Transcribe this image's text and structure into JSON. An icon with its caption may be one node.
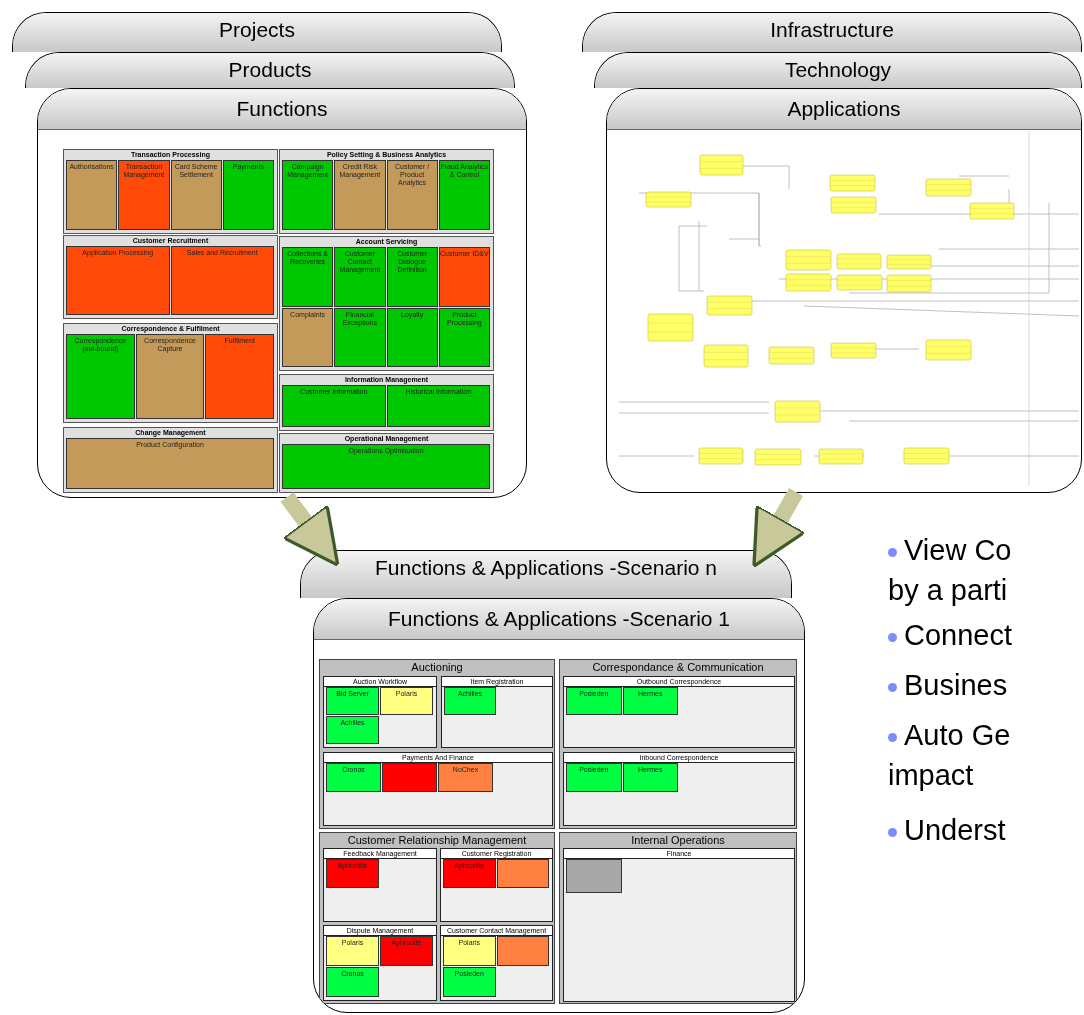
{
  "diagram": {
    "nodes": [
      {
        "text": [
          "Projects"
        ]
      },
      {
        "text": [
          "Products"
        ]
      },
      {
        "text": [
          "Functions"
        ]
      },
      {
        "text": [
          "Transaction Processing"
        ],
        "in": 2
      },
      {
        "text": [
          "Authorisations"
        ],
        "in": 3
      },
      {
        "text": [
          "Transaction Management"
        ],
        "in": 3
      },
      {
        "text": [
          "Card Scheme Settlement"
        ],
        "in": 3
      },
      {
        "text": [
          "Payments"
        ],
        "in": 3
      },
      {
        "text": [
          "Policy Setting & Business Analytics"
        ],
        "in": 2
      },
      {
        "text": [
          "Campaign Management"
        ],
        "in": 8
      },
      {
        "text": [
          "Credit Risk Management"
        ],
        "in": 8
      },
      {
        "text": [
          "Customer / Product Analytics"
        ],
        "in": 8
      },
      {
        "text": [
          "Fraud Analytics & Control"
        ],
        "in": 8
      },
      {
        "text": [
          "Customer Recruitment"
        ],
        "in": 2
      },
      {
        "text": [
          "Application Processing"
        ],
        "in": 13
      },
      {
        "text": [
          "Sales and Recruitment"
        ],
        "in": 13
      },
      {
        "text": [
          "Account Servicing"
        ],
        "in": 2
      },
      {
        "text": [
          "Collections & Recoveries"
        ],
        "in": 16
      },
      {
        "text": [
          "Customer Contact Management"
        ],
        "in": 16
      },
      {
        "text": [
          "Customer Dialogue Definition"
        ],
        "in": 16
      },
      {
        "text": [
          "Customer ID&V"
        ],
        "in": 16
      },
      {
        "text": [
          "Complaints"
        ],
        "in": 16
      },
      {
        "text": [
          "Financial Exceptions"
        ],
        "in": 16
      },
      {
        "text": [
          "Loyalty"
        ],
        "in": 16
      },
      {
        "text": [
          "Product Processing"
        ],
        "in": 16
      },
      {
        "text": [
          "Correspondence & Fulfilment"
        ],
        "in": 2
      },
      {
        "text": [
          "Correspondence (out-bound)"
        ],
        "in": 25
      },
      {
        "text": [
          "Correspondence Capture"
        ],
        "in": 25
      },
      {
        "text": [
          "Fulfilment"
        ],
        "in": 25
      },
      {
        "text": [
          "Information Management"
        ],
        "in": 2
      },
      {
        "text": [
          "Customer Information"
        ],
        "in": 29
      },
      {
        "text": [
          "Historical Information"
        ],
        "in": 29
      },
      {
        "text": [
          "Change Management"
        ],
        "in": 2
      },
      {
        "text": [
          "Product Configuration"
        ],
        "in": 32
      },
      {
        "text": [
          "Operational Management"
        ],
        "in": 2
      },
      {
        "text": [
          "Operations Optimisation"
        ],
        "in": 34
      },
      {
        "text": [
          "Infrastructure"
        ]
      },
      {
        "text": [
          "Technology"
        ]
      },
      {
        "text": [
          "Applications"
        ]
      },
      {
        "text": [],
        "shape": "picture",
        "in": 38
      },
      {
        "text": [
          "Functions & Applications -Scenario n"
        ]
      },
      {
        "text": [
          "Functions & Applications -Scenario 1"
        ]
      },
      {
        "text": [
          "Auctioning"
        ],
        "in": 41
      },
      {
        "text": [
          "Auction Workflow"
        ],
        "in": 42
      },
      {
        "text": [
          "Bid Server"
        ],
        "in": 43
      },
      {
        "text": [
          "Polaris"
        ],
        "in": 43
      },
      {
        "text": [
          "Achilles"
        ],
        "in": 43
      },
      {
        "text": [
          "Item Registration"
        ],
        "in": 42
      },
      {
        "text": [
          "Achilles"
        ],
        "in": 47
      },
      {
        "text": [
          "Payments And Finance"
        ],
        "in": 42
      },
      {
        "text": [
          "Cronos"
        ],
        "in": 49
      },
      {
        "text": [],
        "shape": "box",
        "in": 49
      },
      {
        "text": [
          "NoChex"
        ],
        "in": 49
      },
      {
        "text": [
          "Correspondance & Communication"
        ],
        "in": 41
      },
      {
        "text": [
          "Outbound Correspondence"
        ],
        "in": 53
      },
      {
        "text": [
          "Posieden"
        ],
        "in": 54
      },
      {
        "text": [
          "Hermes"
        ],
        "in": 54
      },
      {
        "text": [
          "Inbound Correspondence"
        ],
        "in": 53
      },
      {
        "text": [
          "Posieden"
        ],
        "in": 57
      },
      {
        "text": [
          "Hermes"
        ],
        "in": 57
      },
      {
        "text": [
          "Customer Relationship Management"
        ],
        "in": 41
      },
      {
        "text": [
          "Feedback Management"
        ],
        "in": 60
      },
      {
        "text": [
          "Aphrodite"
        ],
        "in": 61
      },
      {
        "text": [
          "Customer Registration"
        ],
        "in": 60
      },
      {
        "text": [
          "Aphrodite"
        ],
        "in": 63
      },
      {
        "text": [],
        "shape": "box",
        "in": 63
      },
      {
        "text": [
          "Dispute Management"
        ],
        "in": 60
      },
      {
        "text": [
          "Polaris"
        ],
        "in": 66
      },
      {
        "text": [
          "Aphrodite"
        ],
        "in": 66
      },
      {
        "text": [
          "Cronos"
        ],
        "in": 66
      },
      {
        "text": [
          "Customer Contact Management"
        ],
        "in": 60
      },
      {
        "text": [
          "Polaris"
        ],
        "in": 70
      },
      {
        "text": [],
        "shape": "box",
        "in": 70
      },
      {
        "text": [
          "Posieden"
        ],
        "in": 70
      },
      {
        "text": [
          "Internal Operations"
        ],
        "in": 41
      },
      {
        "text": [
          "Finance"
        ],
        "in": 74
      },
      {
        "text": [],
        "shape": "box",
        "in": 75
      }
    ],
    "edges": [
      {
        "from": 2,
        "to": 40,
        "arrow": "to"
      },
      {
        "from": 38,
        "to": 40,
        "arrow": "to"
      }
    ],
    "labels": [
      "View Co by a parti",
      "Connect",
      "Busines",
      "Auto Ge impact",
      "Underst"
    ]
  }
}
